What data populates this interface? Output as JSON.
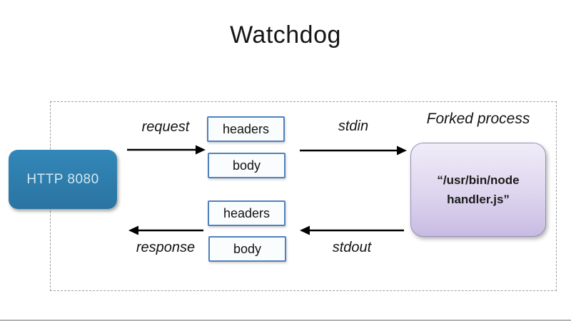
{
  "slide": {
    "title": "Watchdog"
  },
  "diagram": {
    "http_server": {
      "label": "HTTP 8080"
    },
    "forked_process": {
      "label": "Forked process",
      "command_line1": "“/usr/bin/node",
      "command_line2": "handler.js”"
    },
    "request_flow": {
      "label": "request",
      "headers_label": "headers",
      "body_label": "body",
      "channel_label": "stdin"
    },
    "response_flow": {
      "label": "response",
      "headers_label": "headers",
      "body_label": "body",
      "channel_label": "stdout"
    }
  },
  "colors": {
    "http_box_top": "#3387b8",
    "http_box_bottom": "#2a74a1",
    "http_text": "#d3e8f3",
    "small_box_border": "#4f81bd",
    "small_box_fill": "#fafdfe",
    "purple_box_top": "#f0ecf8",
    "purple_box_bottom": "#c8bbe3",
    "purple_box_border": "#9a8cb8",
    "dashed_border": "#9e9e9e",
    "arrow": "#000000",
    "bottom_bar": "#b2b2b2"
  }
}
